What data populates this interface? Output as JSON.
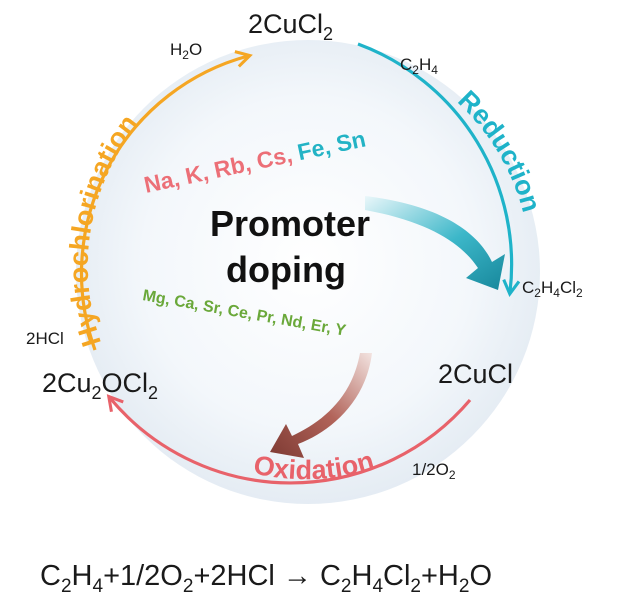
{
  "species": {
    "top": {
      "main": "2CuCl",
      "sub": "2"
    },
    "right": {
      "main": "2CuCl"
    },
    "left": {
      "a": "2Cu",
      "sa": "2",
      "b": "OCl",
      "sb": "2"
    }
  },
  "reagents": {
    "h2o": {
      "a": "H",
      "sa": "2",
      "b": "O"
    },
    "c2h4": {
      "a": "C",
      "sa": "2",
      "b": "H",
      "sb": "4"
    },
    "c2h4cl2": {
      "a": "C",
      "sa": "2",
      "b": "H",
      "sb": "4",
      "c": "Cl",
      "sc": "2"
    },
    "o2": {
      "a": "1/2O",
      "sa": "2"
    },
    "hcl": "2HCl"
  },
  "stages": {
    "reduction": "Reduction",
    "oxidation": "Oxidation",
    "hydrochlorination": "Hydrochlorination"
  },
  "center": {
    "line1": "Promoter",
    "line2": "doping"
  },
  "dopants_top": {
    "pink": "Na, K, Rb, Cs,",
    "teal": "Fe, Sn"
  },
  "dopants_bottom": "Mg, Ca, Sr, Ce, Pr, Nd, Er, Y",
  "equation": {
    "t1": "C",
    "s1": "2",
    "t2": "H",
    "s2": "4",
    "t3": "+1/2O",
    "s3": "2",
    "t4": "+2HCl  →  C",
    "s4": "2",
    "t5": "H",
    "s5": "4",
    "t6": "Cl",
    "s6": "2",
    "t7": "+H",
    "s7": "2",
    "t8": "O"
  },
  "colors": {
    "reduction": "#1fb3c9",
    "oxidation": "#e8626a",
    "hydrochlorination": "#f5a623",
    "alkali": "#ec6f77",
    "transition": "#23b3c5",
    "earth": "#6aa83a",
    "arrow_teal": "#1f9fb2",
    "arrow_brown": "#9b4d44"
  }
}
